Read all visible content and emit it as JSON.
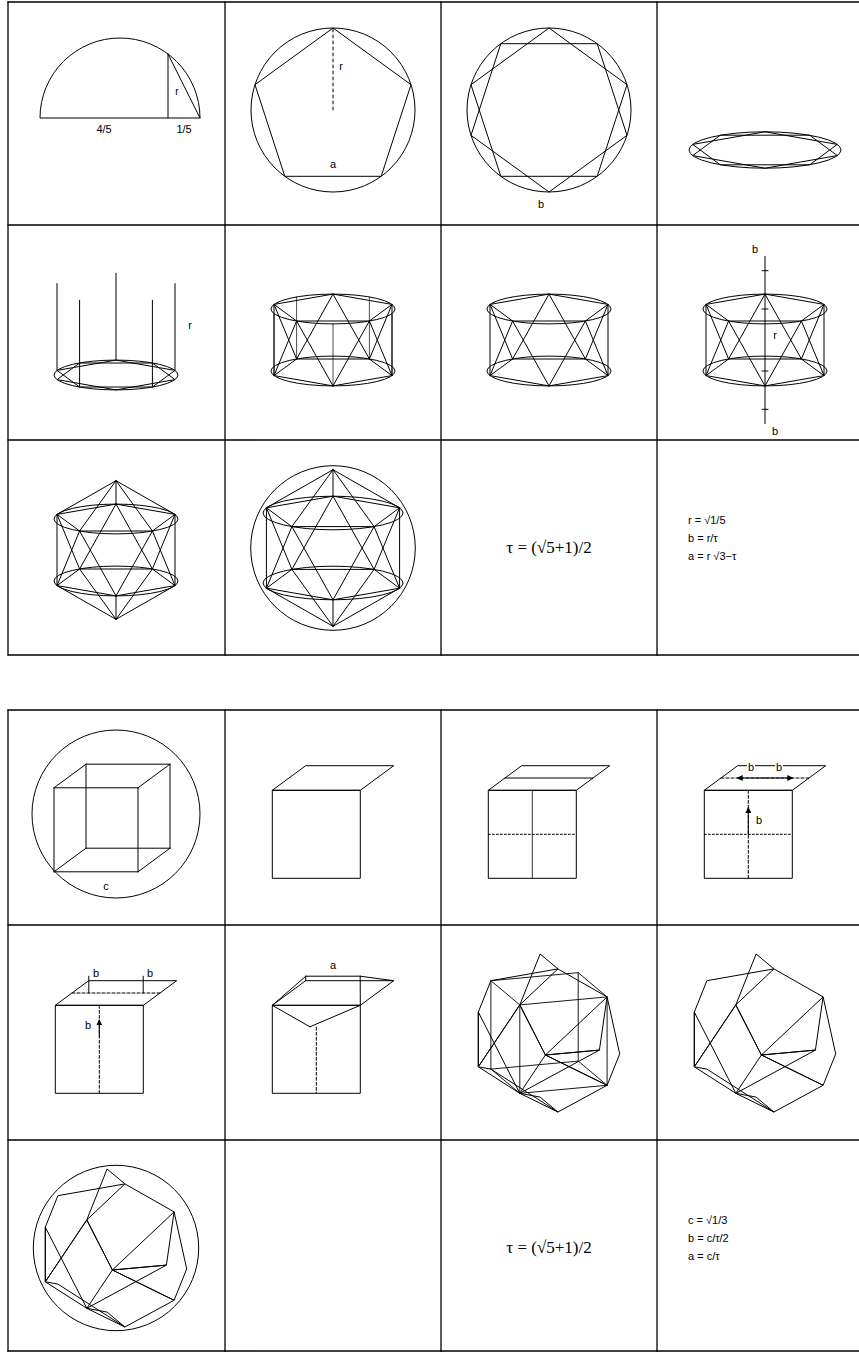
{
  "diagram": {
    "labels": [
      "4/5",
      "1/5",
      "r",
      "r",
      "a",
      "b",
      "r",
      "b",
      "r",
      "b",
      "τ = (√5+1)/2",
      "r = √1/5",
      "b = r/τ",
      "a = r √3−τ",
      "c",
      "b",
      "b",
      "b",
      "b",
      "b",
      "b",
      "a",
      "τ = (√5+1)/2",
      "c = √1/3",
      "b = c/τ/2",
      "a = c/τ"
    ]
  }
}
